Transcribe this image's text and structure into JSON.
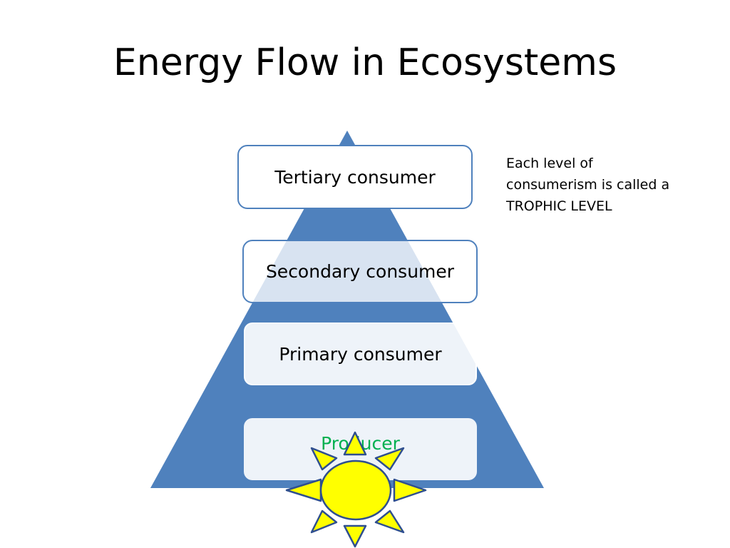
{
  "slide": {
    "title": "Energy Flow in Ecosystems"
  },
  "pyramid": {
    "fill_color": "#4f81bd",
    "levels": [
      {
        "label": "Tertiary consumer"
      },
      {
        "label": "Secondary consumer"
      },
      {
        "label": "Primary consumer"
      },
      {
        "label": "Producer",
        "text_color": "#00b050"
      }
    ]
  },
  "note": {
    "text": "Each level of consumerism is called a TROPHIC LEVEL"
  },
  "sun": {
    "fill_color": "#ffff00",
    "outline_color": "#2f4f8f",
    "icon": "sun-icon"
  }
}
